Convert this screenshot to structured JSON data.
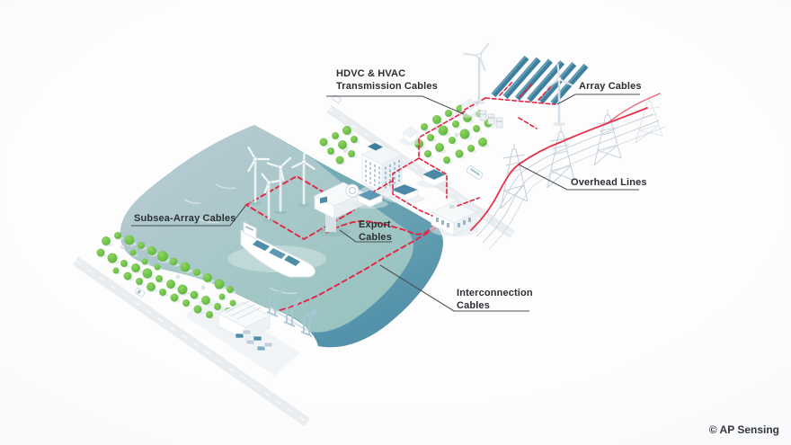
{
  "page": {
    "title": "Energy infrastructure cable monitoring diagram"
  },
  "labels": {
    "hdvc": {
      "line1": "HDVC & HVAC",
      "line2": "Transmission Cables"
    },
    "array": {
      "text": "Array Cables"
    },
    "overhead": {
      "text": "Overhead Lines"
    },
    "subsea": {
      "text": "Subsea-Array Cables"
    },
    "export": {
      "line1": "Export",
      "line2": "Cables"
    },
    "interconnection": {
      "line1": "Interconnection",
      "line2": "Cables"
    }
  },
  "copyright": "© AP Sensing",
  "colors": {
    "cable_red": "#e5243f",
    "leader_line": "#4a4f54",
    "label_text": "#2b2f33",
    "sea_top": "#bac9d4",
    "sea_teal": "#9ac5c1",
    "cliff_deep": "#5492ab",
    "tree_green": "#6fc24a",
    "solar_panel_blue": "#3f7f9e",
    "structure_grey": "#c3ced7",
    "road_grey": "#e9edf0"
  },
  "illustration": {
    "icons": [
      "offshore-wind-turbine-icon",
      "onshore-wind-turbine-icon",
      "solar-panel-array-icon",
      "transmission-tower-icon",
      "cargo-ship-icon",
      "offshore-substation-platform-icon",
      "port-crane-icon",
      "warehouse-icon",
      "city-building-icon",
      "substation-icon",
      "house-icon",
      "tree-icon",
      "container-icon",
      "car-icon",
      "bus-icon",
      "road",
      "sea",
      "cliff-edge"
    ]
  }
}
